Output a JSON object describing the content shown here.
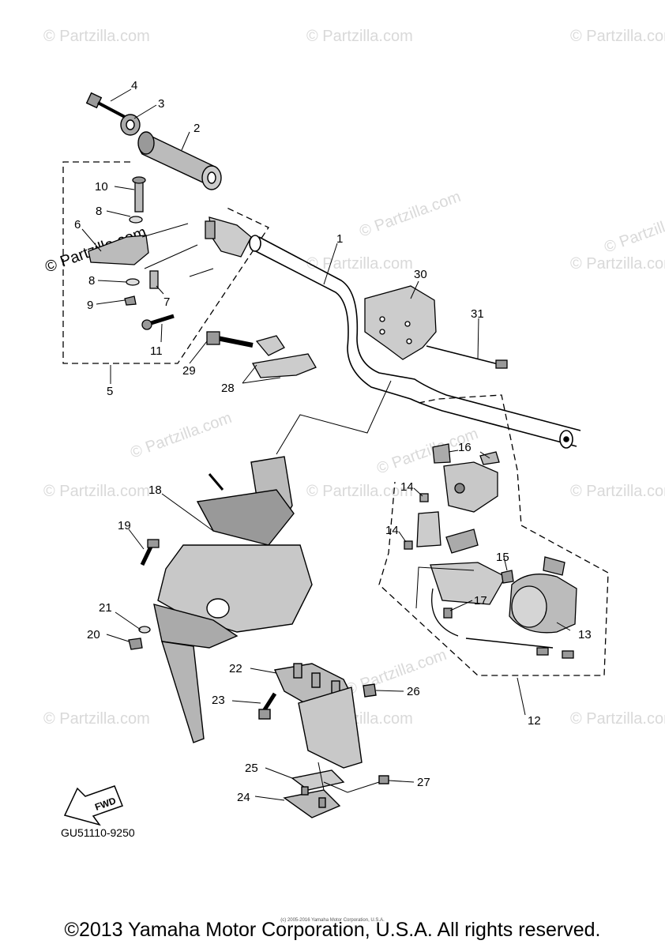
{
  "watermark": "© Partzilla.com",
  "callouts": [
    "1",
    "2",
    "3",
    "4",
    "5",
    "6",
    "7",
    "8",
    "8",
    "9",
    "10",
    "11",
    "12",
    "13",
    "14",
    "14",
    "15",
    "16",
    "17",
    "18",
    "19",
    "20",
    "21",
    "22",
    "23",
    "24",
    "25",
    "26",
    "27",
    "28",
    "29",
    "30",
    "31"
  ],
  "fwd_label": "FWD",
  "reference_code": "GU51110-9250",
  "small_copyright": "(c) 2005-2016 Yamaha Motor Corporation, U.S.A.",
  "copyright": "©2013 Yamaha Motor Corporation, U.S.A. All rights reserved."
}
